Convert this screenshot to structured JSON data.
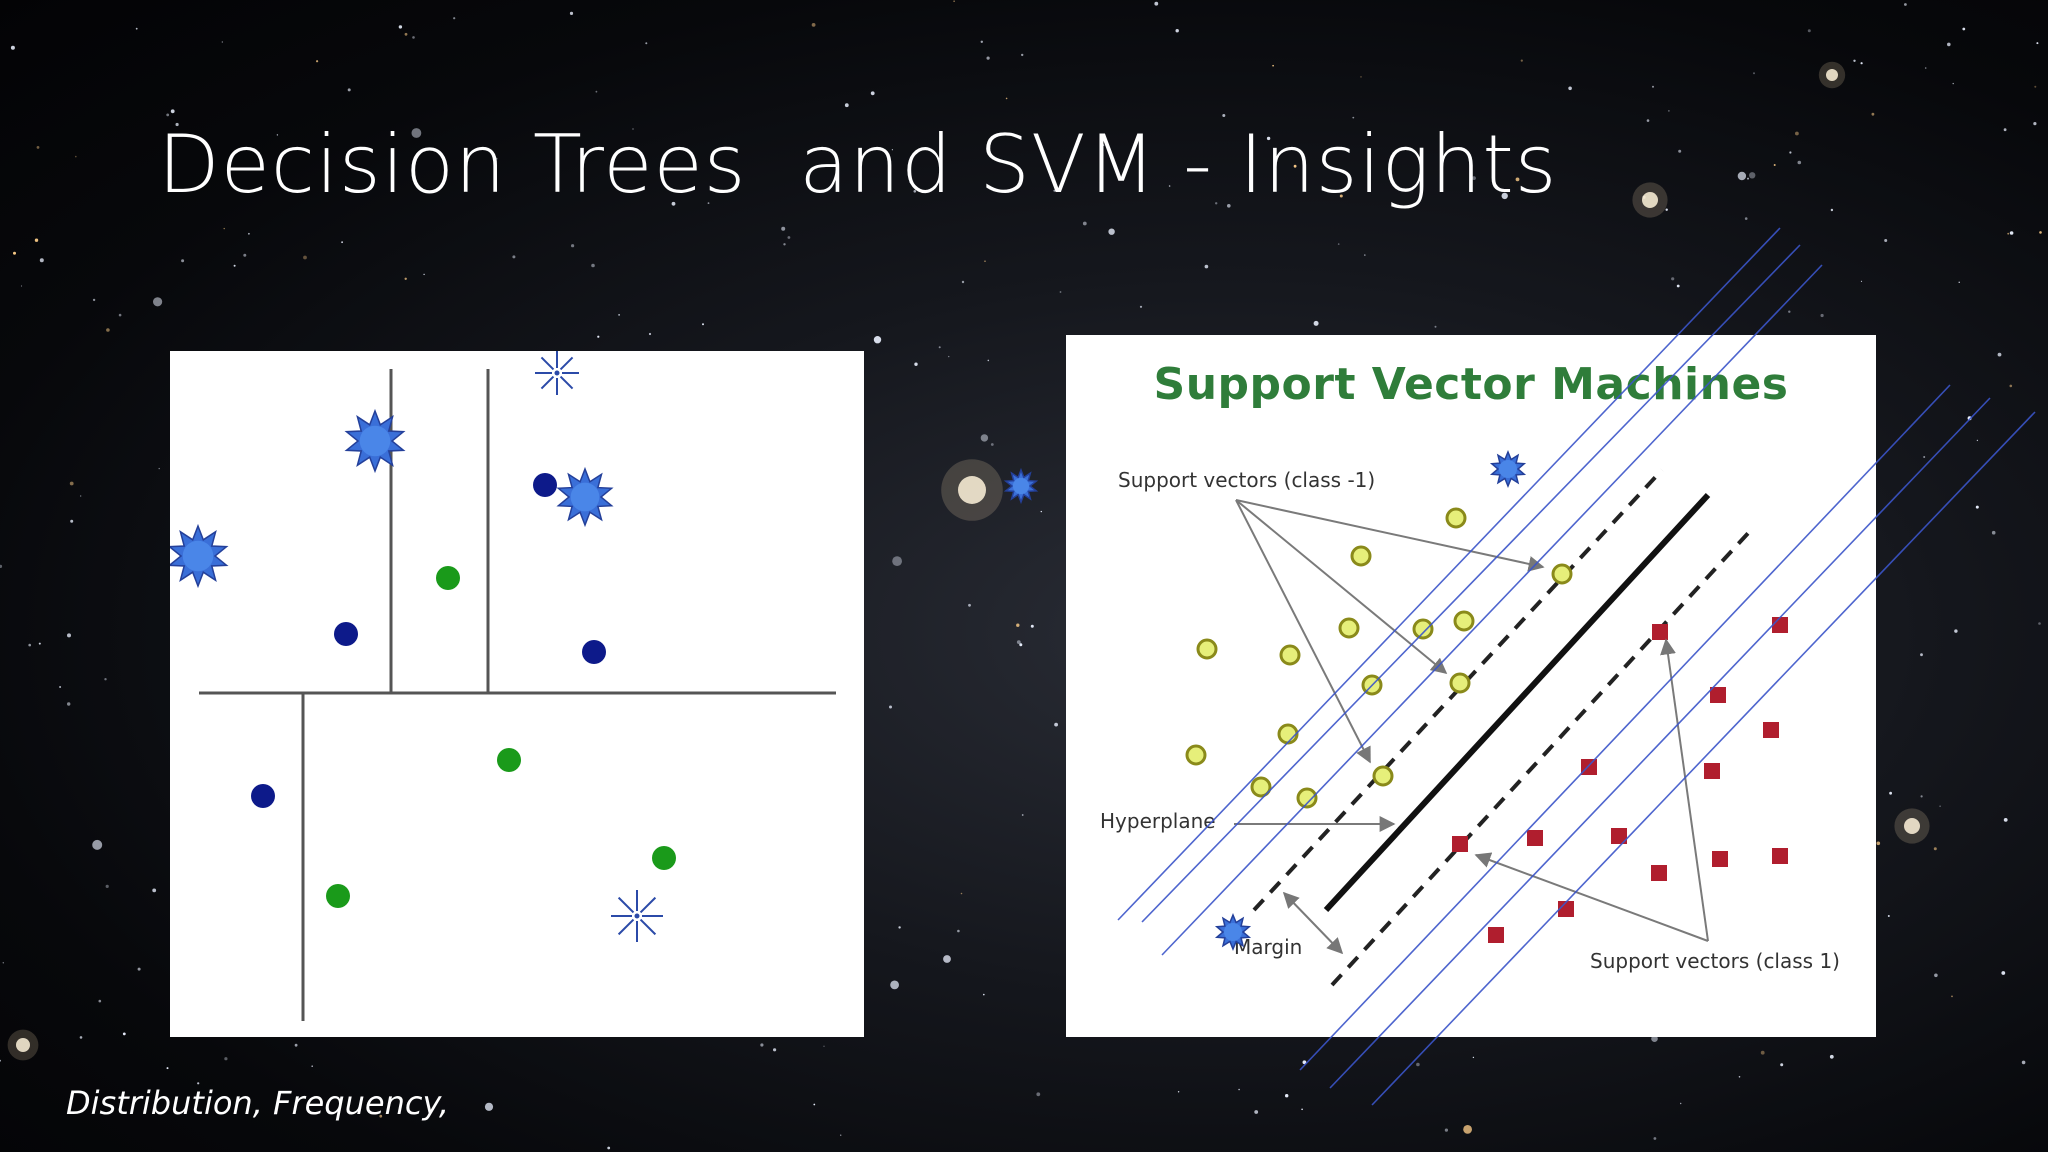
{
  "slide": {
    "title": "Decision Trees  and SVM - Insights",
    "footer": "Distribution, Frequency,"
  },
  "svm": {
    "title": "Support Vector Machines",
    "labels": {
      "support_vectors_neg": "Support vectors (class -1)",
      "hyperplane": "Hyperplane",
      "margin": "Margin",
      "support_vectors_pos": "Support vectors (class 1)"
    }
  },
  "colors": {
    "green_point": "#1a9a1a",
    "navy_point": "#0d1a8a",
    "star_blue": "#3a6fd8",
    "svm_title_green": "#2f7d3a",
    "class_neg_yellow": "#e6ef7a",
    "class_pos_red": "#b01e2e",
    "decor_lines": "#3b55c9"
  },
  "icons": [
    "star-burst-icon",
    "asterisk-sparkle-icon"
  ]
}
